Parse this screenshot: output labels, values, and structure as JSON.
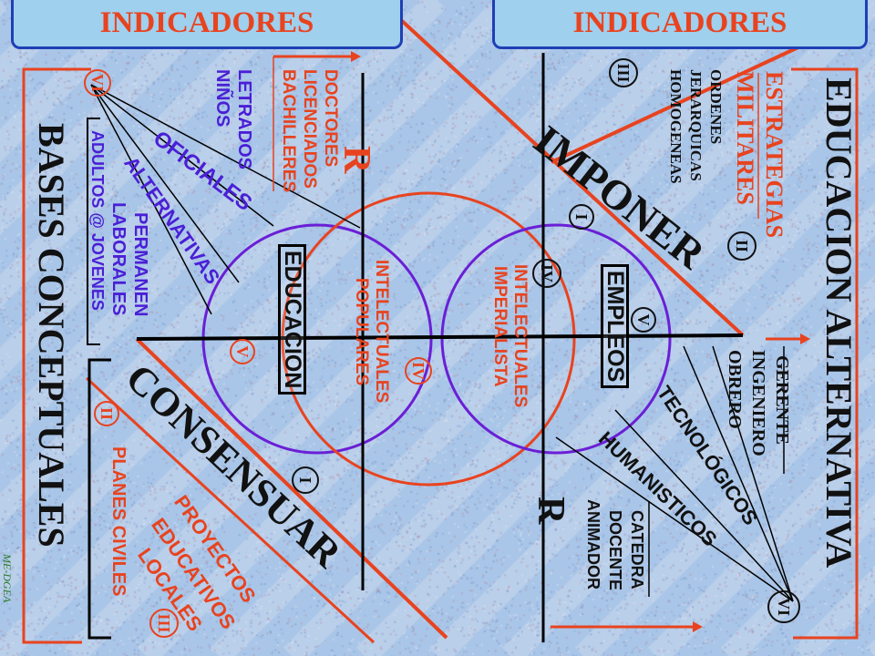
{
  "colors": {
    "red": "#e8431f",
    "blue": "#4a1fd6",
    "black": "#111111",
    "frame": "#1f3fb5",
    "header_bg": "#9fd0ee"
  },
  "headers": {
    "left": "INDICADORES",
    "right": "INDICADORES"
  },
  "titles": {
    "bases": "BASES CONCEPTUALES",
    "educacion_alternativa": "EDUCACION  ALTERNATIVA",
    "imponer": "IMPONER",
    "consensuar": "CONSENSUAR"
  },
  "roman": {
    "i": "I",
    "ii": "II",
    "iii": "III",
    "iv": "IV",
    "v": "V",
    "vi": "VI"
  },
  "letter_r": "R",
  "left_side": {
    "letrados": "LETRADOS",
    "ninos": "NIÑOS",
    "doctores": "DOCTORES",
    "licenciados": "LICENCIADOS",
    "bachilleres": "BACHILLERES",
    "oficiales": "OFICIALES",
    "alternativas": "ALTERNATIVAS",
    "permanen": "PERMANEN",
    "laborales": "LABORALES",
    "adultos_jovenes": "ADULTOS  @  JOVENES",
    "planes_civiles": "PLANES CIVILES",
    "proyectos": "PROYECTOS",
    "educativos": "EDUCATIVOS",
    "locales": "LOCALES"
  },
  "circles": {
    "educacion": "EDUCACION",
    "intelectuales_populares_1": "INTELECTUALES",
    "intelectuales_populares_2": "POPULARES",
    "intelectuales_imperialista_1": "INTELECTUALES",
    "intelectuales_imperialista_2": "IMPERIALISTA",
    "empleos": "EMPLEOS"
  },
  "right_side": {
    "estrategias": "ESTRATEGIAS",
    "militares": "MILITARES",
    "ordenes": "ORDENES",
    "jerarquicas": "JERARQUICAS",
    "homogeneas": "HOMOGENEAS",
    "gerente": "GERENTE",
    "ingeniero": "INGENIERO",
    "obrero": "OBRERO",
    "tecnologicos": "TECNOLÓGICOS",
    "humanisticos": "HUMANISTICOS",
    "catedra": "CATEDRA",
    "docente": "DOCENTE",
    "animador": "ANIMADOR"
  },
  "footer_mark": "ME-DGEA"
}
